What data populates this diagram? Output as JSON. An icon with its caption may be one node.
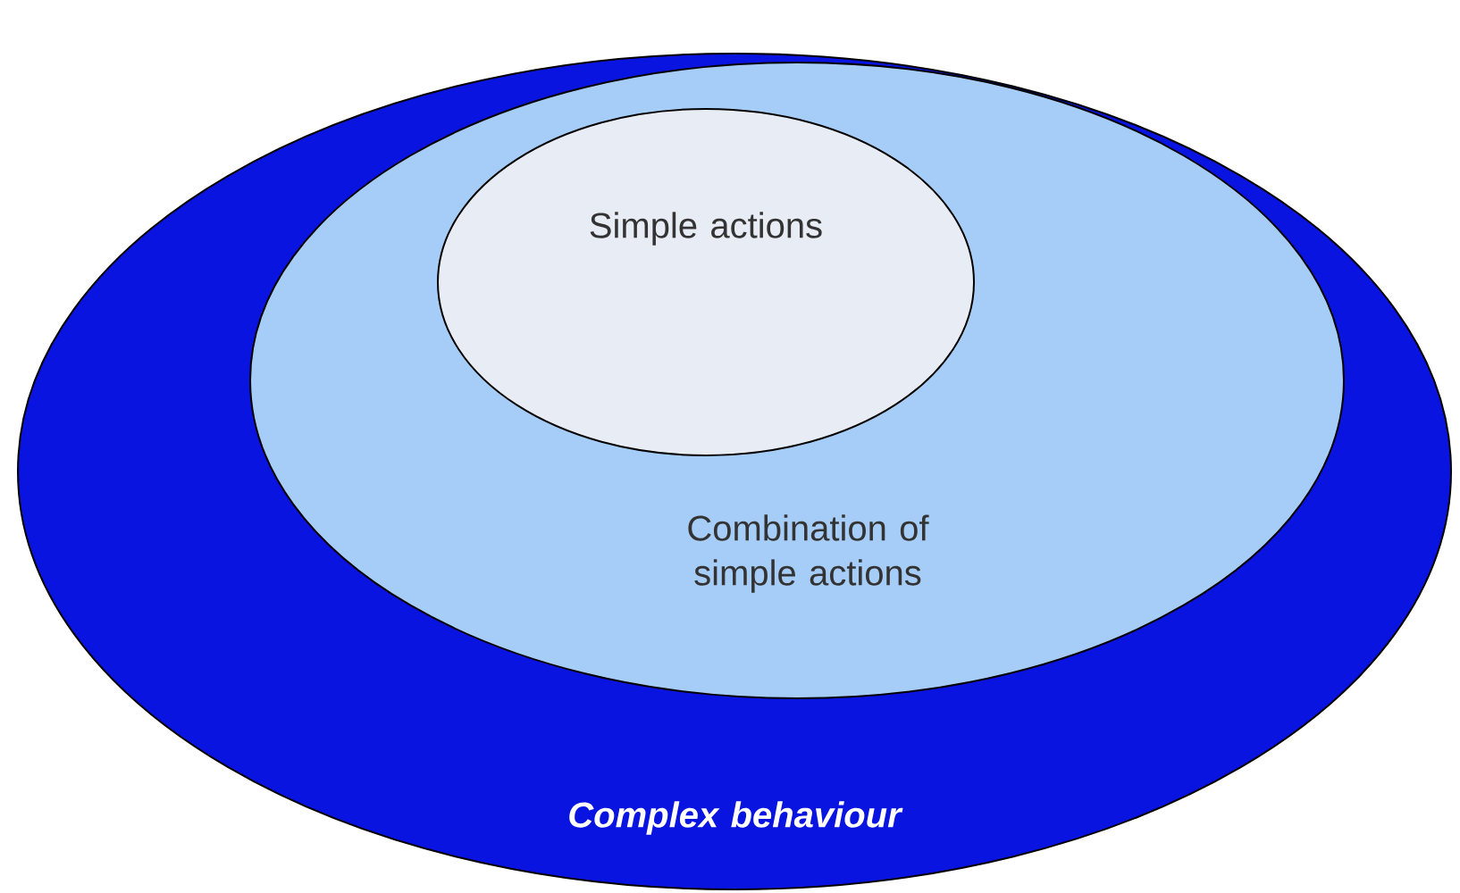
{
  "diagram": {
    "nodes": [
      {
        "text": [
          "Complex behaviour"
        ]
      },
      {
        "text": [
          "Combination of simple actions"
        ],
        "in": 0
      },
      {
        "text": [
          "Simple actions"
        ],
        "in": 1
      }
    ]
  }
}
